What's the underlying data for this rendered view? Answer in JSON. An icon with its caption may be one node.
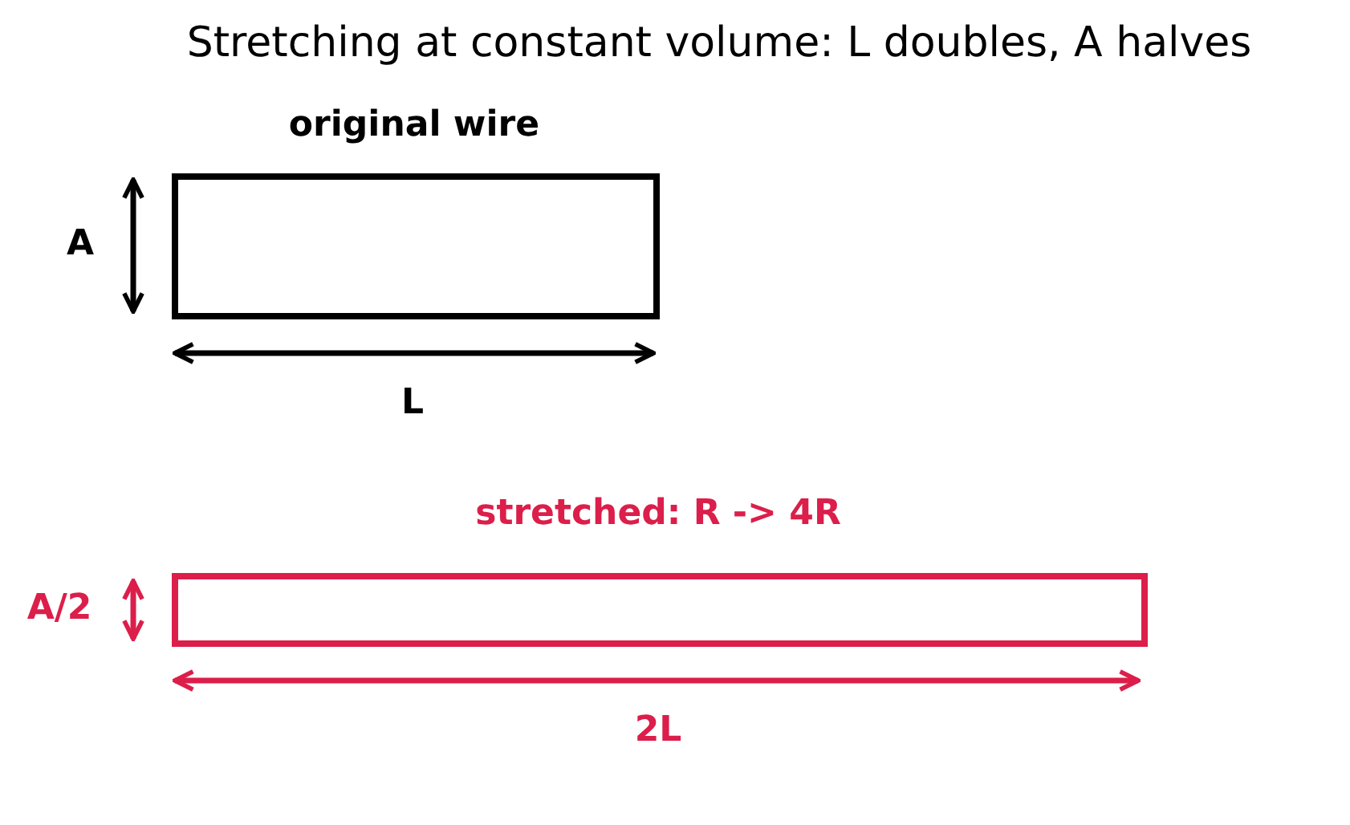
{
  "diagram": {
    "title": "Stretching at constant volume: L doubles, A halves",
    "nodes": [
      {
        "text": [
          "original wire"
        ]
      },
      {
        "text": [
          "stretched: R -> 4R"
        ]
      }
    ],
    "labels": [
      "A",
      "L",
      "A/2",
      "2L"
    ]
  }
}
